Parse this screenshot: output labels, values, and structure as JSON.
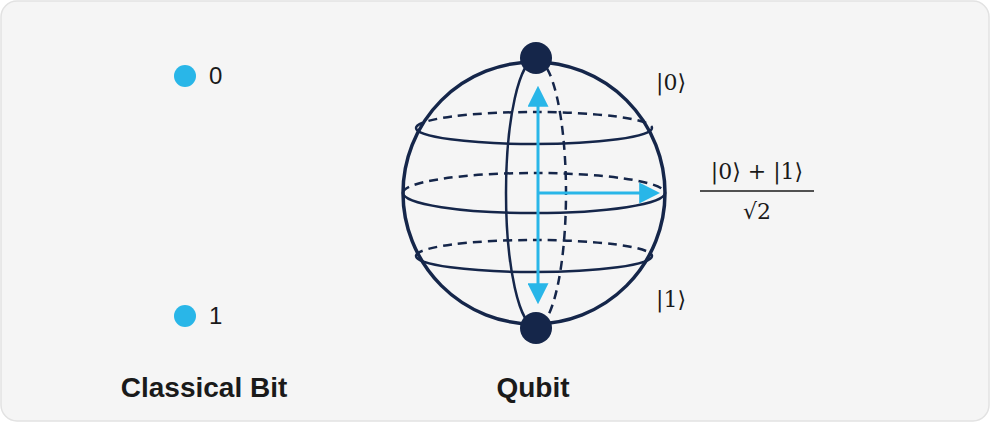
{
  "diagram": {
    "labels": [
      "0",
      "1",
      "Classical Bit",
      "Qubit",
      "|0⟩",
      "|0⟩ + |1⟩",
      "√2",
      "|1⟩"
    ]
  }
}
